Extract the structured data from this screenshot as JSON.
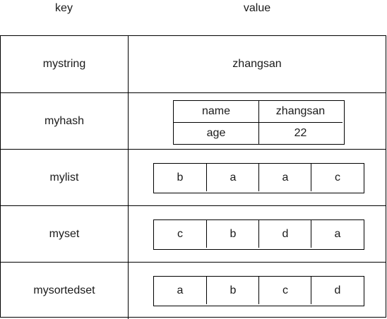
{
  "header": {
    "key_label": "key",
    "value_label": "value"
  },
  "rows": {
    "string": {
      "key": "mystring",
      "value": "zhangsan"
    },
    "hash": {
      "key": "myhash",
      "fields": [
        {
          "field": "name",
          "value": "zhangsan"
        },
        {
          "field": "age",
          "value": "22"
        }
      ]
    },
    "list": {
      "key": "mylist",
      "items": [
        "b",
        "a",
        "a",
        "c"
      ]
    },
    "set": {
      "key": "myset",
      "items": [
        "c",
        "b",
        "d",
        "a"
      ]
    },
    "sortedset": {
      "key": "mysortedset",
      "items": [
        "a",
        "b",
        "c",
        "d"
      ]
    }
  }
}
